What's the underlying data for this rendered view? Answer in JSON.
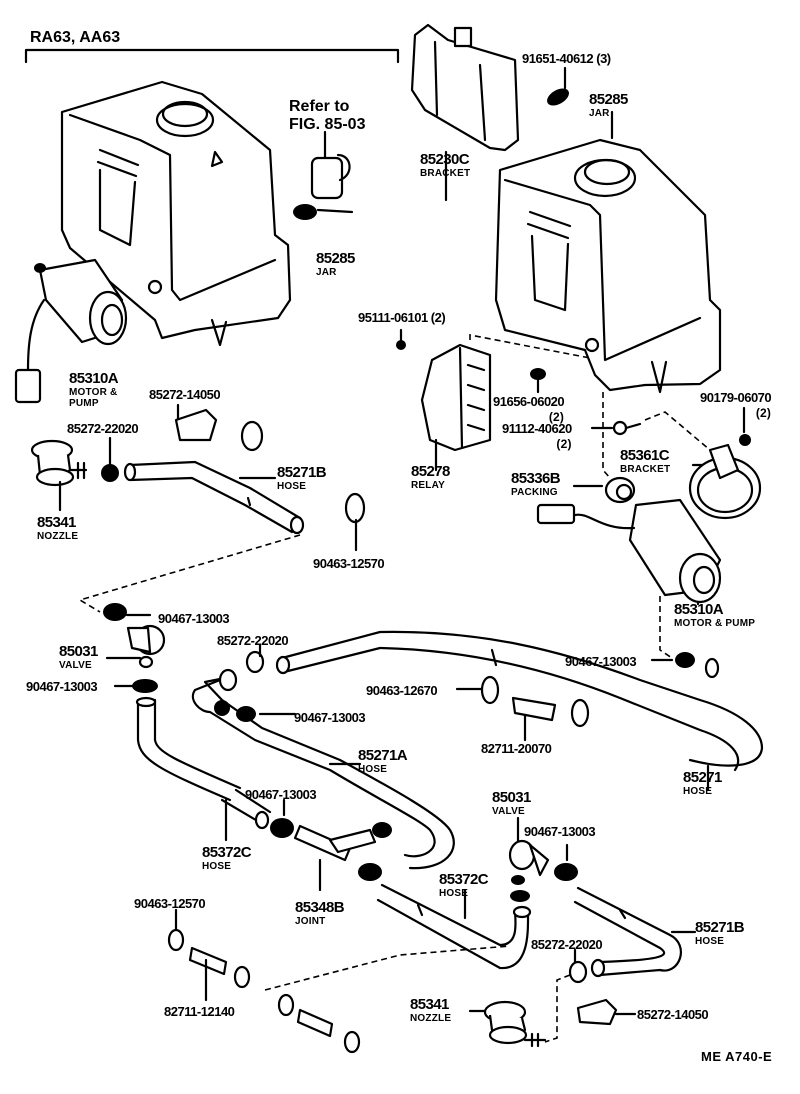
{
  "diagram": {
    "model_header": "RA63, AA63",
    "reference": [
      "Refer to",
      "FIG. 85-03"
    ],
    "figure_code": "ME  A740-E",
    "parts": [
      {
        "id": "p01",
        "number": "91651-40612 (3)",
        "name": ""
      },
      {
        "id": "p02",
        "number": "85285",
        "name": "JAR"
      },
      {
        "id": "p03",
        "number": "85230C",
        "name": "BRACKET"
      },
      {
        "id": "p04",
        "number": "85285",
        "name": "JAR"
      },
      {
        "id": "p05",
        "number": "85310A",
        "name": "MOTOR &",
        "name2": "PUMP"
      },
      {
        "id": "p06",
        "number": "85272-14050",
        "name": ""
      },
      {
        "id": "p07",
        "number": "85272-22020",
        "name": ""
      },
      {
        "id": "p08",
        "number": "85271B",
        "name": "HOSE"
      },
      {
        "id": "p09",
        "number": "85341",
        "name": "NOZZLE"
      },
      {
        "id": "p10",
        "number": "90463-12570",
        "name": ""
      },
      {
        "id": "p11",
        "number": "95111-06101 (2)",
        "name": ""
      },
      {
        "id": "p12",
        "number": "91656-06020",
        "name": "(2)"
      },
      {
        "id": "p13",
        "number": "91112-40620",
        "name": "(2)"
      },
      {
        "id": "p14",
        "number": "90179-06070",
        "name": "(2)"
      },
      {
        "id": "p15",
        "number": "85278",
        "name": "RELAY"
      },
      {
        "id": "p16",
        "number": "85361C",
        "name": "BRACKET"
      },
      {
        "id": "p17",
        "number": "85336B",
        "name": "PACKING"
      },
      {
        "id": "p18",
        "number": "85310A",
        "name": "MOTOR & PUMP"
      },
      {
        "id": "p19",
        "number": "90467-13003",
        "name": ""
      },
      {
        "id": "p20",
        "number": "85031",
        "name": "VALVE"
      },
      {
        "id": "p21",
        "number": "90467-13003",
        "name": ""
      },
      {
        "id": "p22",
        "number": "85272-22020",
        "name": ""
      },
      {
        "id": "p23",
        "number": "90467-13003",
        "name": ""
      },
      {
        "id": "p24",
        "number": "90463-12670",
        "name": ""
      },
      {
        "id": "p25",
        "number": "90467-13003",
        "name": ""
      },
      {
        "id": "p26",
        "number": "82711-20070",
        "name": ""
      },
      {
        "id": "p27",
        "number": "85271A",
        "name": "HOSE"
      },
      {
        "id": "p28",
        "number": "85271",
        "name": "HOSE"
      },
      {
        "id": "p29",
        "number": "90467-13003",
        "name": ""
      },
      {
        "id": "p30",
        "number": "85372C",
        "name": "HOSE"
      },
      {
        "id": "p31",
        "number": "85348B",
        "name": "JOINT"
      },
      {
        "id": "p32",
        "number": "85031",
        "name": "VALVE"
      },
      {
        "id": "p33",
        "number": "90467-13003",
        "name": ""
      },
      {
        "id": "p34",
        "number": "85372C",
        "name": "HOSE"
      },
      {
        "id": "p35",
        "number": "90463-12570",
        "name": ""
      },
      {
        "id": "p36",
        "number": "85271B",
        "name": "HOSE"
      },
      {
        "id": "p37",
        "number": "85272-22020",
        "name": ""
      },
      {
        "id": "p38",
        "number": "82711-12140",
        "name": ""
      },
      {
        "id": "p39",
        "number": "85341",
        "name": "NOZZLE"
      },
      {
        "id": "p40",
        "number": "85272-14050",
        "name": ""
      }
    ]
  }
}
